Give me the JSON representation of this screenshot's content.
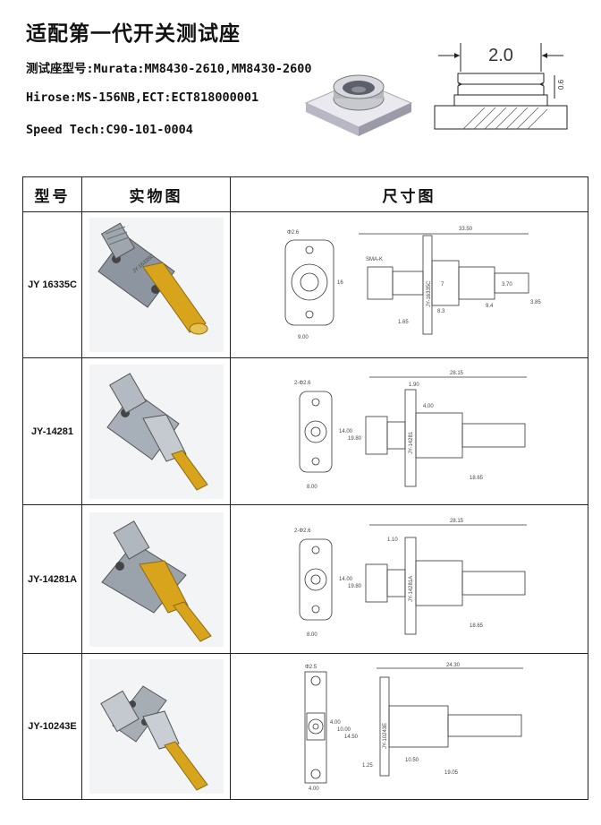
{
  "header": {
    "title": "适配第一代开关测试座",
    "line1": "测试座型号:Murata:MM8430-2610,MM8430-2600",
    "line2": "Hirose:MS-156NB,ECT:ECT818000001",
    "line3": "Speed Tech:C90-101-0004"
  },
  "hero_dims": {
    "width": "2.0",
    "height": "0.6"
  },
  "table": {
    "headers": [
      "型号",
      "实物图",
      "尺寸图"
    ],
    "rows": [
      {
        "model": "JY 16335C",
        "marking": "JY-16335C",
        "dims": {
          "overall": "33.50",
          "hole": "Φ2.6",
          "body": "9.00",
          "height": "16",
          "ref": "SMA-K",
          "a": "8.3",
          "b": "9.4",
          "c": "1.65",
          "d": "3.85",
          "e": "3.70",
          "f": "7"
        }
      },
      {
        "model": "JY-14281",
        "marking": "JY-14281",
        "dims": {
          "overall": "28.15",
          "hole": "2-Φ2.6",
          "h1": "14.00",
          "h2": "19.80",
          "w": "8.00",
          "a": "4.00",
          "b": "18.65",
          "c": "1.90"
        }
      },
      {
        "model": "JY-14281A",
        "marking": "JY-14281A",
        "dims": {
          "overall": "28.15",
          "hole": "2-Φ2.6",
          "h1": "14.00",
          "h2": "19.80",
          "w": "8.00",
          "a": "1.10",
          "b": "18.65"
        }
      },
      {
        "model": "JY-10243E",
        "marking": "JY-10243E",
        "dims": {
          "overall": "24.30",
          "hole": "Φ2.5",
          "h1": "4.00",
          "h2": "10.00",
          "h3": "14.50",
          "w": "4.00",
          "a": "10.50",
          "b": "19.05",
          "c": "1.25"
        }
      }
    ]
  },
  "colors": {
    "gold": "#d8a41c",
    "steel": "#9aa3ad",
    "line": "#222222"
  }
}
